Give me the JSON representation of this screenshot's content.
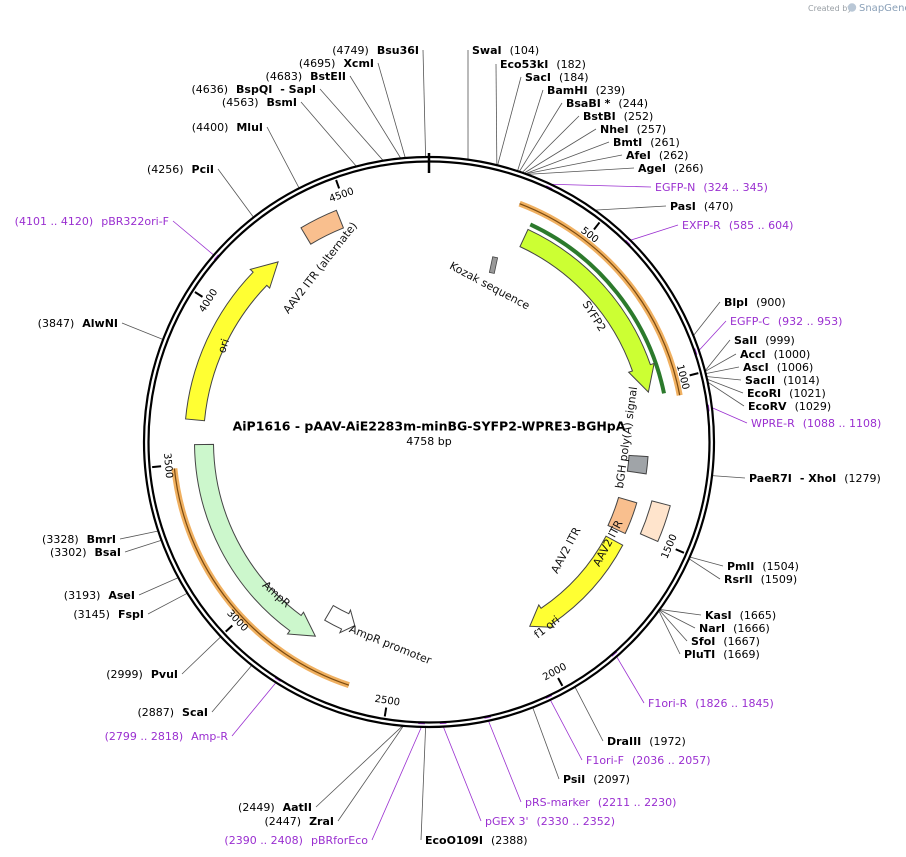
{
  "brand": {
    "created_by": "Created by",
    "app": "SnapGene"
  },
  "plasmid": {
    "name": "AiP1616 - pAAV-AiE2283m-minBG-SYFP2-WPRE3-BGHpA",
    "length": "4758 bp",
    "total_bp": 4758
  },
  "ticks": [
    {
      "bp": 500,
      "label": "500"
    },
    {
      "bp": 1000,
      "label": "1000"
    },
    {
      "bp": 1500,
      "label": "1500"
    },
    {
      "bp": 2000,
      "label": "2000"
    },
    {
      "bp": 2500,
      "label": "2500"
    },
    {
      "bp": 3000,
      "label": "3000"
    },
    {
      "bp": 3500,
      "label": "3500"
    },
    {
      "bp": 4000,
      "label": "4000"
    },
    {
      "bp": 4500,
      "label": "4500"
    }
  ],
  "enzymes": [
    {
      "name": "SwaI",
      "pos": "(104)",
      "bp": 104
    },
    {
      "name": "Eco53kI",
      "pos": "(182)",
      "bp": 182
    },
    {
      "name": "SacI",
      "pos": "(184)",
      "bp": 184
    },
    {
      "name": "BamHI",
      "pos": "(239)",
      "bp": 239
    },
    {
      "name": "BsaBI *",
      "pos": "(244)",
      "bp": 244
    },
    {
      "name": "BstBI",
      "pos": "(252)",
      "bp": 252
    },
    {
      "name": "NheI",
      "pos": "(257)",
      "bp": 257
    },
    {
      "name": "BmtI",
      "pos": "(261)",
      "bp": 261
    },
    {
      "name": "AfeI",
      "pos": "(262)",
      "bp": 262
    },
    {
      "name": "AgeI",
      "pos": "(266)",
      "bp": 266
    },
    {
      "name": "PasI",
      "pos": "(470)",
      "bp": 470
    },
    {
      "name": "BlpI",
      "pos": "(900)",
      "bp": 900
    },
    {
      "name": "SalI",
      "pos": "(999)",
      "bp": 999
    },
    {
      "name": "AccI",
      "pos": "(1000)",
      "bp": 1000
    },
    {
      "name": "AscI",
      "pos": "(1006)",
      "bp": 1006
    },
    {
      "name": "SacII",
      "pos": "(1014)",
      "bp": 1014
    },
    {
      "name": "EcoRI",
      "pos": "(1021)",
      "bp": 1021
    },
    {
      "name": "EcoRV",
      "pos": "(1029)",
      "bp": 1029
    },
    {
      "name": "PaeR7I",
      "pos": "(1279)",
      "bp": 1279,
      "extra": "- XhoI"
    },
    {
      "name": "PmlI",
      "pos": "(1504)",
      "bp": 1504
    },
    {
      "name": "RsrII",
      "pos": "(1509)",
      "bp": 1509
    },
    {
      "name": "KasI",
      "pos": "(1665)",
      "bp": 1665
    },
    {
      "name": "NarI",
      "pos": "(1666)",
      "bp": 1666
    },
    {
      "name": "SfoI",
      "pos": "(1667)",
      "bp": 1667
    },
    {
      "name": "PluTI",
      "pos": "(1669)",
      "bp": 1669
    },
    {
      "name": "DraIII",
      "pos": "(1972)",
      "bp": 1972
    },
    {
      "name": "PsiI",
      "pos": "(2097)",
      "bp": 2097
    },
    {
      "name": "EcoO109I",
      "pos": "(2388)",
      "bp": 2388
    },
    {
      "name": "ZraI",
      "pos": "(2447)",
      "bp": 2447
    },
    {
      "name": "AatII",
      "pos": "(2449)",
      "bp": 2449
    },
    {
      "name": "ScaI",
      "pos": "(2887)",
      "bp": 2887
    },
    {
      "name": "PvuI",
      "pos": "(2999)",
      "bp": 2999
    },
    {
      "name": "FspI",
      "pos": "(3145)",
      "bp": 3145
    },
    {
      "name": "AseI",
      "pos": "(3193)",
      "bp": 3193
    },
    {
      "name": "BsaI",
      "pos": "(3302)",
      "bp": 3302
    },
    {
      "name": "BmrI",
      "pos": "(3328)",
      "bp": 3328
    },
    {
      "name": "AlwNI",
      "pos": "(3847)",
      "bp": 3847
    },
    {
      "name": "PciI",
      "pos": "(4256)",
      "bp": 4256
    },
    {
      "name": "MluI",
      "pos": "(4400)",
      "bp": 4400
    },
    {
      "name": "BsmI",
      "pos": "(4563)",
      "bp": 4563
    },
    {
      "name": "BspQI",
      "pos": "(4636)",
      "bp": 4636,
      "extra": "- SapI"
    },
    {
      "name": "BstEII",
      "pos": "(4683)",
      "bp": 4683
    },
    {
      "name": "XcmI",
      "pos": "(4695)",
      "bp": 4695
    },
    {
      "name": "Bsu36I",
      "pos": "(4749)",
      "bp": 4749
    }
  ],
  "primers": [
    {
      "name": "EGFP-N",
      "range": "(324 .. 345)",
      "bp": 334
    },
    {
      "name": "EXFP-R",
      "range": "(585 .. 604)",
      "bp": 594
    },
    {
      "name": "EGFP-C",
      "range": "(932 .. 953)",
      "bp": 942
    },
    {
      "name": "WPRE-R",
      "range": "(1088 .. 1108)",
      "bp": 1098
    },
    {
      "name": "F1ori-R",
      "range": "(1826 .. 1845)",
      "bp": 1835
    },
    {
      "name": "F1ori-F",
      "range": "(2036 .. 2057)",
      "bp": 2046
    },
    {
      "name": "pRS-marker",
      "range": "(2211 .. 2230)",
      "bp": 2220
    },
    {
      "name": "pGEX 3'",
      "range": "(2330 .. 2352)",
      "bp": 2341
    },
    {
      "name": "pBRforEco",
      "range": "(2390 .. 2408)",
      "bp": 2399
    },
    {
      "name": "Amp-R",
      "range": "(2799 .. 2818)",
      "bp": 2808
    },
    {
      "name": "pBR322ori-F",
      "range": "(4101 .. 4120)",
      "bp": 4110
    }
  ],
  "features": [
    {
      "name": "SYFP2",
      "color": "#ccff33"
    },
    {
      "name": "Kozak sequence",
      "color": "#999999"
    },
    {
      "name": "bGH poly(A) signal",
      "color": "#a0a4a8"
    },
    {
      "name": "AAV2 ITR",
      "color": "#ffe4cc"
    },
    {
      "name": "AAV2 ITR",
      "color": "#f9bf8e"
    },
    {
      "name": "f1 ori",
      "color": "#ffff33"
    },
    {
      "name": "AmpR promoter",
      "color": "#ffffff"
    },
    {
      "name": "AmpR",
      "color": "#ccf7cc"
    },
    {
      "name": "ori",
      "color": "#ffff33"
    },
    {
      "name": "AAV2 ITR (alternate)",
      "color": "#f9bf8e"
    }
  ]
}
